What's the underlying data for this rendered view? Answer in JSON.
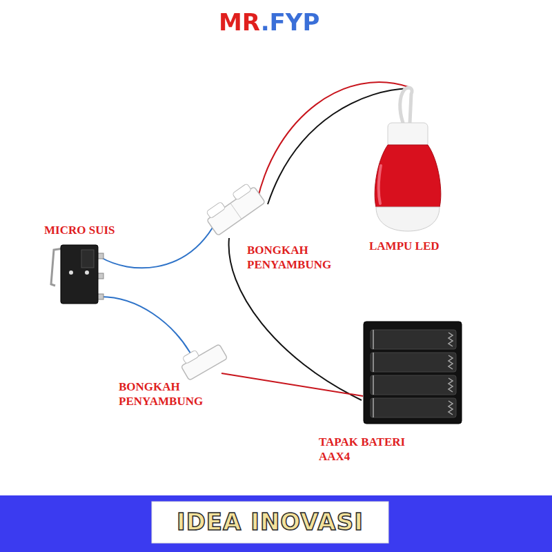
{
  "diagram": {
    "title": "MR.FYP",
    "caption": "IDEA INOVASI",
    "labels": [
      "MICRO SUIS",
      "BONGKAH PENYAMBUNG",
      "LAMPU LED",
      "BONGKAH PENYAMBUNG",
      "TAPAK BATERI AAX4"
    ]
  }
}
